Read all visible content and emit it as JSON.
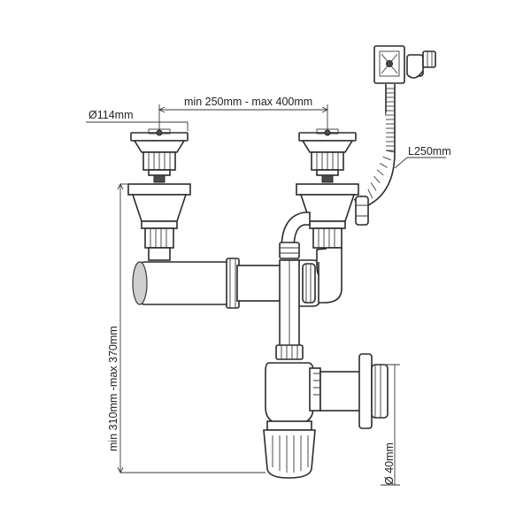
{
  "labels": {
    "strainer_diameter": "Ø114mm",
    "distance": "min 250mm - max 400mm",
    "overflow_hose": "L250mm",
    "height": "min 310mm  -max 370mm",
    "outlet_diameter": "Ø 40mm"
  },
  "colors": {
    "line": "#2b2b2b",
    "fill": "#ffffff",
    "shade": "#cfcfcf"
  }
}
